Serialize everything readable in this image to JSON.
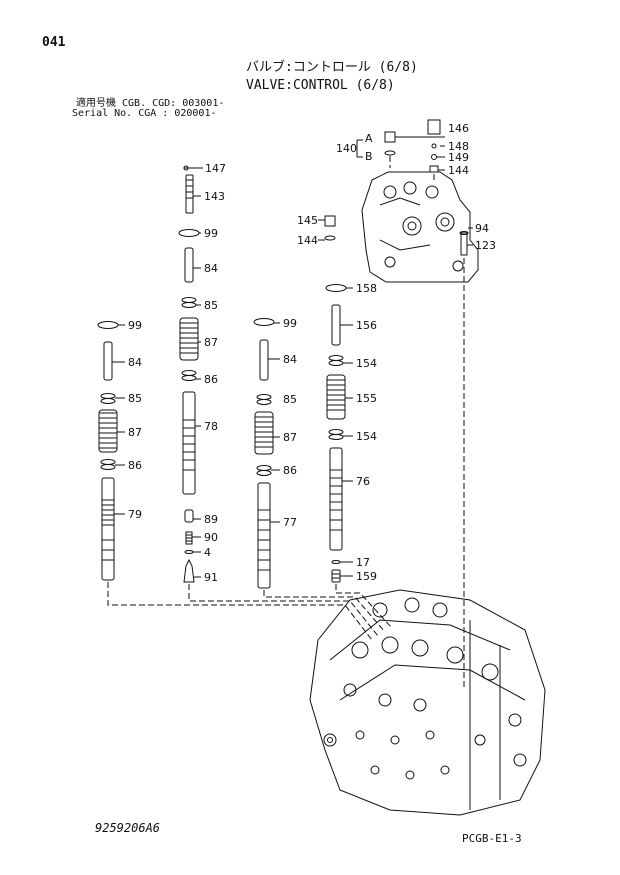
{
  "page_number": "041",
  "title_jp": "バルブ:コントロール (6/8)",
  "title_en": "VALVE:CONTROL (6/8)",
  "serial_line_1": "適用号機 CGB. CGD: 003001-",
  "serial_line_2": "Serial No. CGA    : 020001-",
  "drawing_code": "9259206A6",
  "page_ref": "PCGB-E1-3",
  "callouts": [
    "147",
    "143",
    "99",
    "84",
    "85",
    "87",
    "86",
    "78",
    "89",
    "90",
    "4",
    "91",
    "99",
    "84",
    "85",
    "87",
    "86",
    "79",
    "99",
    "84",
    "85",
    "87",
    "86",
    "77",
    "158",
    "156",
    "154",
    "155",
    "154",
    "76",
    "17",
    "159",
    "140",
    "A",
    "B",
    "146",
    "148",
    "149",
    "144",
    "145",
    "144",
    "94",
    "123"
  ]
}
